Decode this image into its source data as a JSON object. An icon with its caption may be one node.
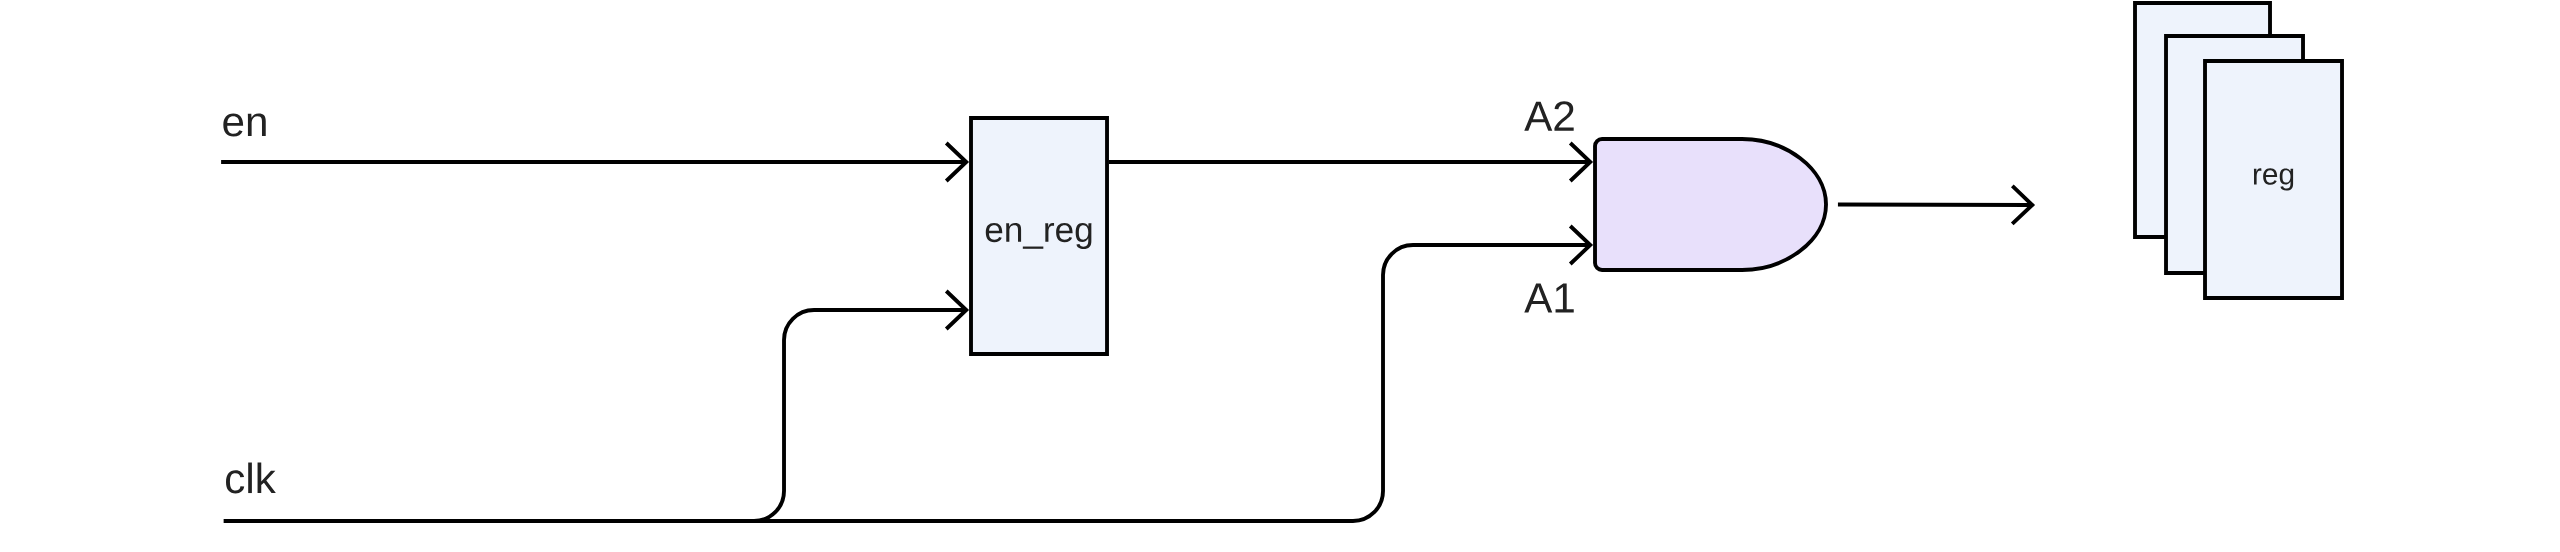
{
  "diagram": {
    "nodes": [
      {
        "text": [
          "en"
        ]
      },
      {
        "text": [
          "clk"
        ]
      },
      {
        "text": [
          "en_reg"
        ]
      },
      {
        "text": [],
        "shape": "gate"
      },
      {
        "text": [
          "reg"
        ]
      }
    ],
    "edges": [
      {
        "from": 0,
        "to": 2,
        "arrow": "to"
      },
      {
        "from": 1,
        "to": 2,
        "arrow": "to"
      },
      {
        "from": 1,
        "to": 3,
        "arrow": "to"
      },
      {
        "from": 2,
        "to": 3,
        "arrow": "to"
      },
      {
        "from": 3,
        "to": 4,
        "arrow": "to"
      }
    ],
    "labels": [
      "A2",
      "A1"
    ]
  }
}
